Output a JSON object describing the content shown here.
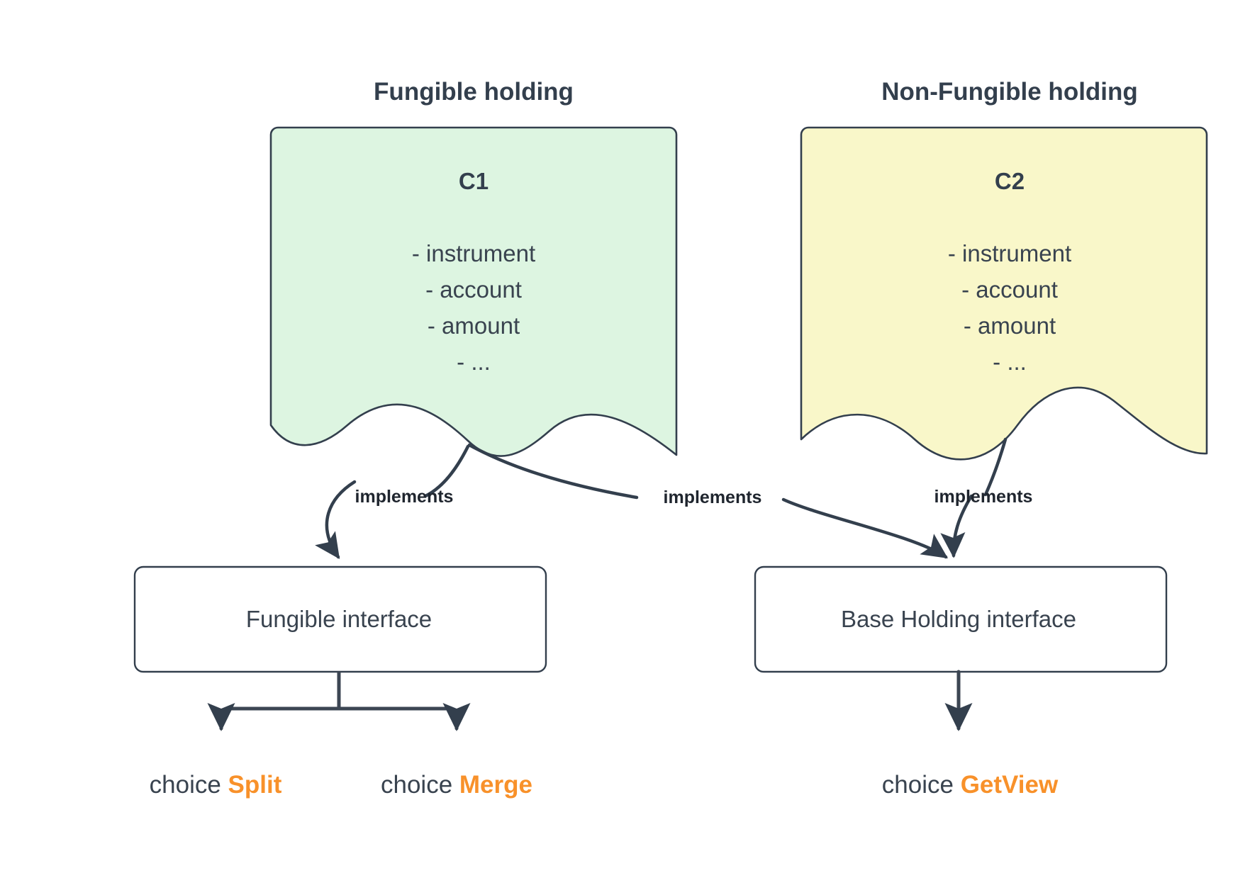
{
  "diagram": {
    "type": "class-implementation-diagram",
    "background": "#ffffff",
    "colors": {
      "stroke": "#333f4d",
      "text": "#39434f",
      "heading": "#333f4d",
      "accent_orange": "#f8912a",
      "fungible_fill": "#ddf5e1",
      "non_fungible_fill": "#f9f7c9",
      "box_fill": "#ffffff"
    },
    "columns": [
      {
        "id": "fungible",
        "title": "Fungible holding",
        "card": {
          "name": "C1",
          "fill": "#ddf5e1",
          "attributes": [
            "- instrument",
            "- account",
            "- amount",
            "- ..."
          ]
        }
      },
      {
        "id": "non-fungible",
        "title": "Non-Fungible holding",
        "card": {
          "name": "C2",
          "fill": "#f9f7c9",
          "attributes": [
            "- instrument",
            "- account",
            "- amount",
            "- ..."
          ]
        }
      }
    ],
    "edge_labels": [
      {
        "id": "implements-c1-fungible",
        "text": "implements"
      },
      {
        "id": "implements-c1-base",
        "text": "implements"
      },
      {
        "id": "implements-c2-base",
        "text": "implements"
      }
    ],
    "interfaces": [
      {
        "id": "fungible-interface",
        "label": "Fungible interface"
      },
      {
        "id": "base-holding-interface",
        "label": "Base Holding interface"
      }
    ],
    "choices": [
      {
        "id": "choice-split",
        "prefix": "choice",
        "name": "Split"
      },
      {
        "id": "choice-merge",
        "prefix": "choice",
        "name": "Merge"
      },
      {
        "id": "choice-getview",
        "prefix": "choice",
        "name": "GetView"
      }
    ]
  }
}
